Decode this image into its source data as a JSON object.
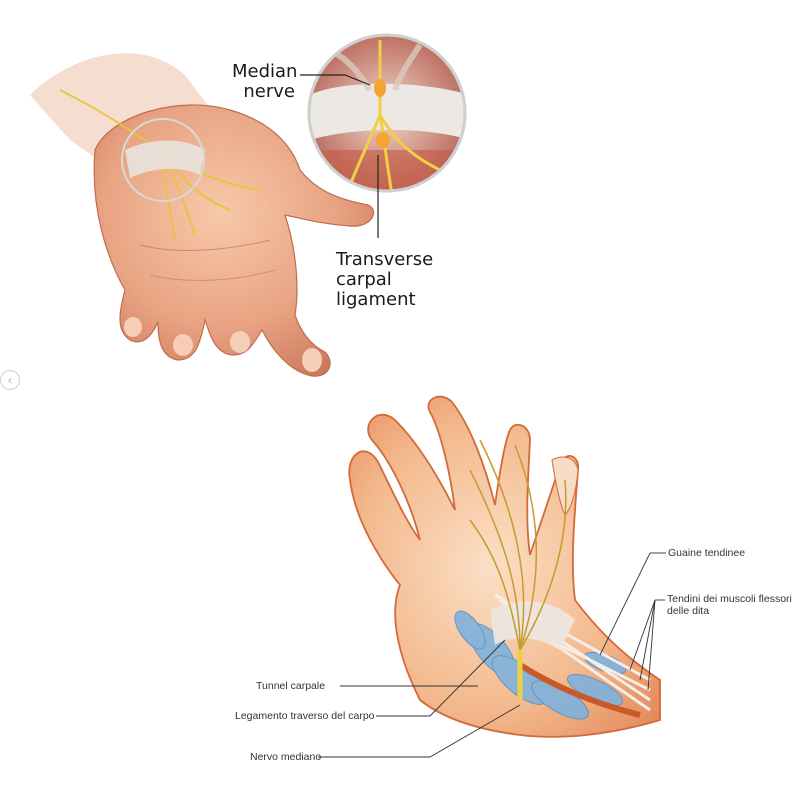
{
  "top_figure": {
    "labels": {
      "median_nerve": [
        "Median",
        "nerve"
      ],
      "transverse_carpal_ligament": [
        "Transverse",
        "carpal",
        "ligament"
      ]
    }
  },
  "bottom_figure": {
    "labels": {
      "guaine_tendinee": "Guaine tendinee",
      "tendini": [
        "Tendini dei muscoli flessori",
        "delle dita"
      ],
      "tunnel_carpale": "Tunnel carpale",
      "legamento": "Legamento traverso del carpo",
      "nervo_mediano": "Nervo mediano"
    }
  },
  "nav": {
    "prev_icon": "chevron-left-icon",
    "prev_glyph": "‹"
  },
  "colors": {
    "skin": "#e9a07f",
    "skin_light": "#f6c7a8",
    "nerve": "#e8c43a",
    "sheath_blue": "#7fb2dd",
    "ligament": "#e6e1dc"
  }
}
